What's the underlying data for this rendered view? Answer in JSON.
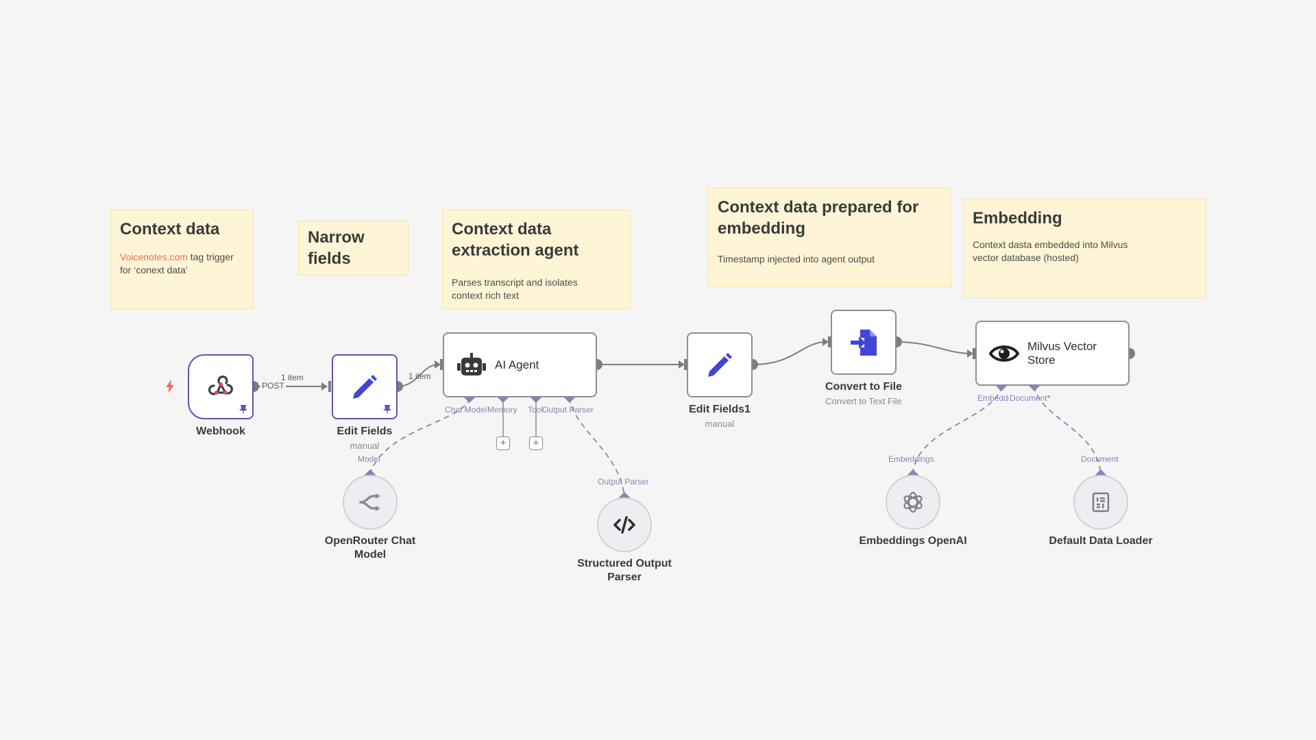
{
  "stickies": {
    "context": {
      "title": "Context data",
      "link": "Voicenotes.com",
      "body": " tag trigger for ‘conext data’"
    },
    "narrow": {
      "title": "Narrow fields"
    },
    "agent": {
      "title": "Context data extraction agent",
      "body": "Parses transcript and isolates context rich text"
    },
    "prepared": {
      "title": "Context data prepared for embedding",
      "body": "Timestamp injected into agent output"
    },
    "embedding": {
      "title": "Embedding",
      "body": "Context dasta embedded into Milvus vector database (hosted)"
    }
  },
  "nodes": {
    "webhook": {
      "label": "Webhook",
      "icon": "webhook-icon"
    },
    "edit_fields": {
      "label": "Edit Fields",
      "sub": "manual",
      "icon": "pencil-icon"
    },
    "ai_agent": {
      "label": "AI Agent",
      "icon": "robot-icon"
    },
    "edit_fields1": {
      "label": "Edit Fields1",
      "sub": "manual",
      "icon": "pencil-icon"
    },
    "convert": {
      "label": "Convert to File",
      "sub": "Convert to Text File",
      "icon": "file-import-icon"
    },
    "milvus": {
      "label": "Milvus Vector\nStore",
      "icon": "eye-icon"
    },
    "openrouter": {
      "label": "OpenRouter Chat\nModel",
      "icon": "openrouter-icon"
    },
    "parser": {
      "label": "Structured Output\nParser",
      "icon": "code-icon"
    },
    "embeddings": {
      "label": "Embeddings OpenAI",
      "icon": "openai-icon"
    },
    "loader": {
      "label": "Default Data Loader",
      "icon": "document-icon"
    }
  },
  "edges": {
    "webhook_to_edit": {
      "count": "1 item",
      "method": "POST"
    },
    "edit_to_agent": {
      "count": "1 item"
    }
  },
  "ports": {
    "agent_chat_model": "Chat Model",
    "agent_memory": "Memory",
    "agent_tool": "Tool",
    "agent_output_parser": "Output Parser",
    "model_in": "Model",
    "parser_in": "Output Parser",
    "milvus_embedding": "Embedding",
    "milvus_document": "Document",
    "milvus_document_required": "*",
    "embeddings_in": "Embeddings",
    "document_in": "Document"
  },
  "buttons": {
    "add_memory": "+",
    "add_tool": "+"
  },
  "colors": {
    "sticky_bg": "#fff5d6",
    "node_border": "#8e8e94",
    "selected_border": "#5a55b5",
    "port_diamond": "#8186b6",
    "accent_blue": "#4146d6",
    "trigger_red": "#ee6b5a"
  }
}
